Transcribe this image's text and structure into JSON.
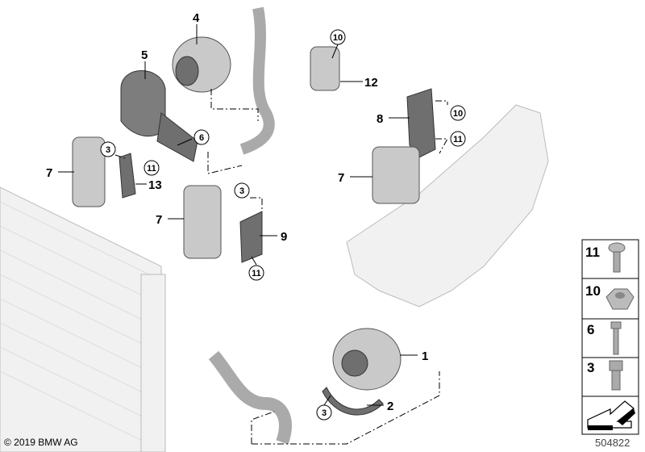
{
  "callouts": {
    "c4": "4",
    "c5": "5",
    "c10a": "10",
    "c12": "12",
    "c6": "6",
    "c8": "8",
    "c10b": "10",
    "c11a": "11",
    "c7a": "7",
    "c3a": "3",
    "c11b": "11",
    "c13": "13",
    "c7b": "7",
    "c3b": "3",
    "c7c": "7",
    "c9": "9",
    "c11c": "11",
    "c1": "1",
    "c2": "2",
    "c3c": "3"
  },
  "legend": {
    "items": [
      {
        "label": "11",
        "icon": "screw-icon"
      },
      {
        "label": "10",
        "icon": "hex-nut-icon"
      },
      {
        "label": "6",
        "icon": "bolt-icon"
      },
      {
        "label": "3",
        "icon": "flange-bolt-icon"
      }
    ],
    "arrow_icon": "direction-arrow-icon"
  },
  "footer": {
    "copyright": "© 2019 BMW AG",
    "diagram_number": "504822"
  }
}
